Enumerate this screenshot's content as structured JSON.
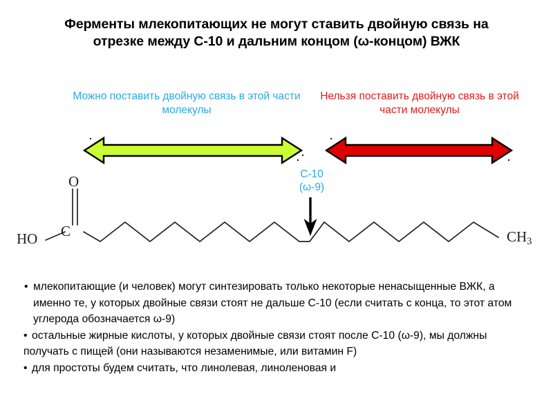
{
  "slide": {
    "title": "Ферменты млекопитающих не могут ставить двойную связь на отрезке между С-10 и дальним концом (ω-концом) ВЖК",
    "caption_left": "Можно поставить двойную связь в этой части молекулы",
    "caption_right": "Нельзя поставить двойную связь в этой части молекулы",
    "annotation_c10_line1": "С-10",
    "annotation_c10_line2": "(ω-9)",
    "molecule": {
      "hydroxyl_label": "HO",
      "carboxyl_carbon_label": "C",
      "carbonyl_oxygen_label": "O",
      "methyl_terminus_label_text": "CH",
      "methyl_terminus_subscript": "3"
    },
    "bullets": [
      "млекопитающие (и человек) могут синтезировать только некоторые ненасыщенные ВЖК, а именно те, у которых двойные связи стоят не дальше С-10 (если считать с конца, то этот атом углерода обозначается ω-9)",
      "остальные жирные кислоты, у которых двойные связи стоят после С-10 (ω-9), мы должны получать с пищей (они называются незаменимые, или витамин F)",
      "для простоты будем считать, что линолевая, линоленовая и"
    ],
    "colors": {
      "allowed_arrow_fill": "#CCFF33",
      "forbidden_arrow_fill": "#E00000",
      "arrow_outline": "#000000",
      "caption_left_color": "#29ABE2",
      "caption_right_color": "#E01B1B",
      "molecule_stroke": "#20202a",
      "background": "#FFFFFF"
    }
  }
}
